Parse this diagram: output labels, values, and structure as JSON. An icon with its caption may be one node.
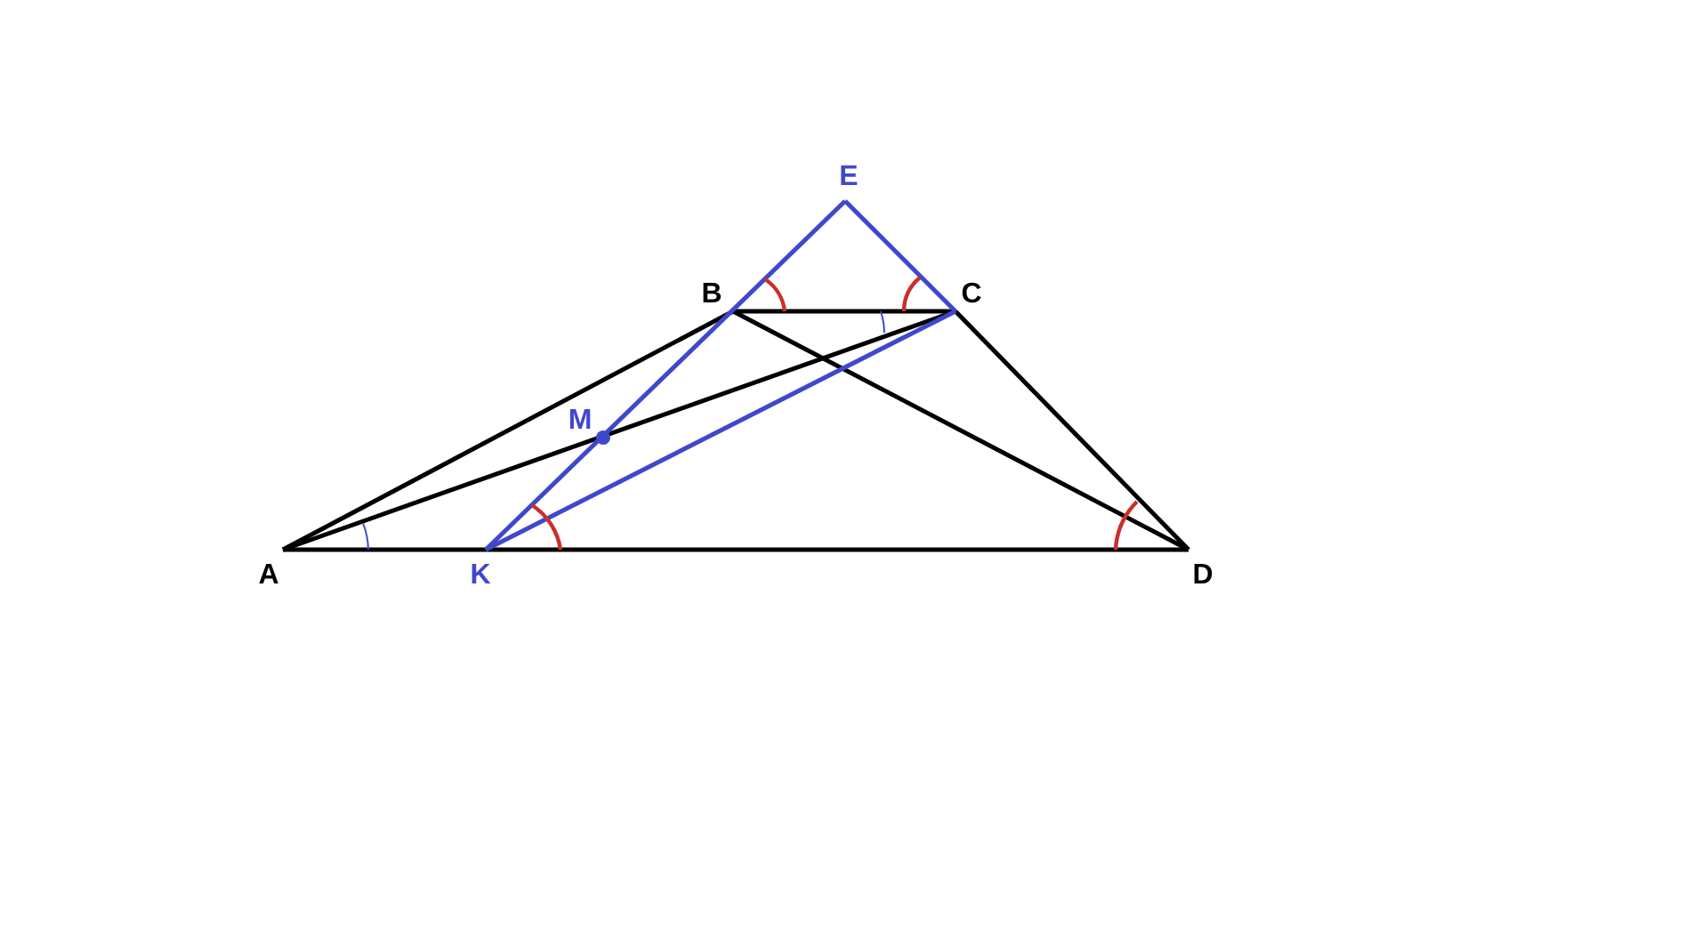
{
  "diagram": {
    "labels": [
      "E",
      "B",
      "C",
      "M",
      "A",
      "K",
      "D"
    ]
  }
}
